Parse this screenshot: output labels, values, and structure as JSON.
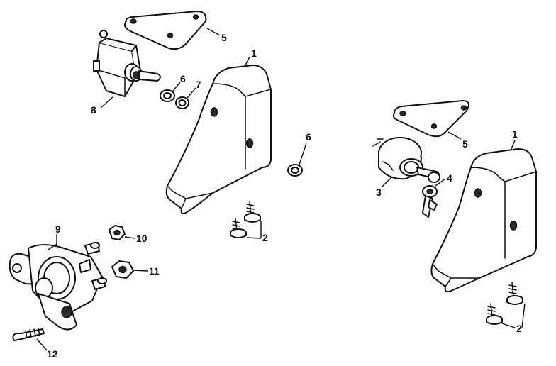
{
  "diagram": {
    "callouts": {
      "c1a": "1",
      "c1b": "1",
      "c2a": "2",
      "c2b": "2",
      "c3": "3",
      "c4": "4",
      "c5a": "5",
      "c5b": "5",
      "c6a": "6",
      "c6b": "6",
      "c7": "7",
      "c8": "8",
      "c9": "9",
      "c10": "10",
      "c11": "11",
      "c12": "12"
    }
  },
  "colors": {
    "ink": "#111111",
    "paper": "#ffffff"
  }
}
